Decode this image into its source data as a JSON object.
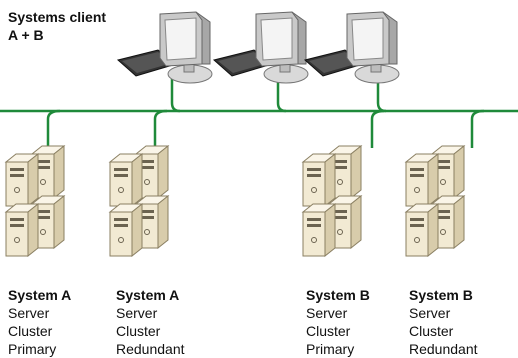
{
  "header": {
    "title_line1": "Systems client",
    "title_line2": "A + B"
  },
  "colors": {
    "network": "#1f8a3a",
    "server_body": "#f2ead3",
    "server_side": "#d8ccab",
    "server_top": "#faf5e8",
    "monitor_bezel": "#c9c9c9",
    "monitor_screen": "#f4f4f4",
    "keyboard": "#333333"
  },
  "clients": [
    {
      "icon": "workstation-icon"
    },
    {
      "icon": "workstation-icon"
    },
    {
      "icon": "workstation-icon"
    }
  ],
  "servers": [
    {
      "icon": "server-cluster-icon",
      "name": "System A",
      "role": "Server",
      "kind": "Cluster",
      "tier": "Primary"
    },
    {
      "icon": "server-cluster-icon",
      "name": "System A",
      "role": "Server",
      "kind": "Cluster",
      "tier": "Redundant"
    },
    {
      "icon": "server-cluster-icon",
      "name": "System B",
      "role": "Server",
      "kind": "Cluster",
      "tier": "Primary"
    },
    {
      "icon": "server-cluster-icon",
      "name": "System B",
      "role": "Server",
      "kind": "Cluster",
      "tier": "Redundant"
    }
  ]
}
